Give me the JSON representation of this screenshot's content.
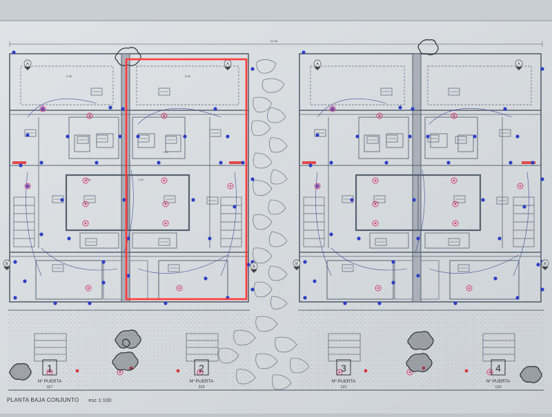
{
  "drawing": {
    "title": "PLANTA BAJA CONJUNTO",
    "scale": "esc 1:100",
    "units": [
      {
        "number": "1",
        "door_label": "Nº PUERTA",
        "door_number": "117"
      },
      {
        "number": "2",
        "door_label": "Nº PUERTA",
        "door_number": "119"
      },
      {
        "number": "3",
        "door_label": "Nº PUERTA",
        "door_number": "121"
      },
      {
        "number": "4",
        "door_label": "Nº PUERTA",
        "door_number": "123"
      }
    ],
    "section_markers": [
      "A",
      "A",
      "A",
      "A",
      "B",
      "B",
      "B",
      "B"
    ],
    "dimension_labels": [
      "20.45",
      "5.98",
      "5.98",
      "1.95",
      "2.78",
      "1.40"
    ],
    "highlight_color": "#ff3b3b",
    "electric_point_color": "#2b3fc4",
    "socket_point_color": "#d23a78",
    "line_color": "#5f6b7d"
  }
}
